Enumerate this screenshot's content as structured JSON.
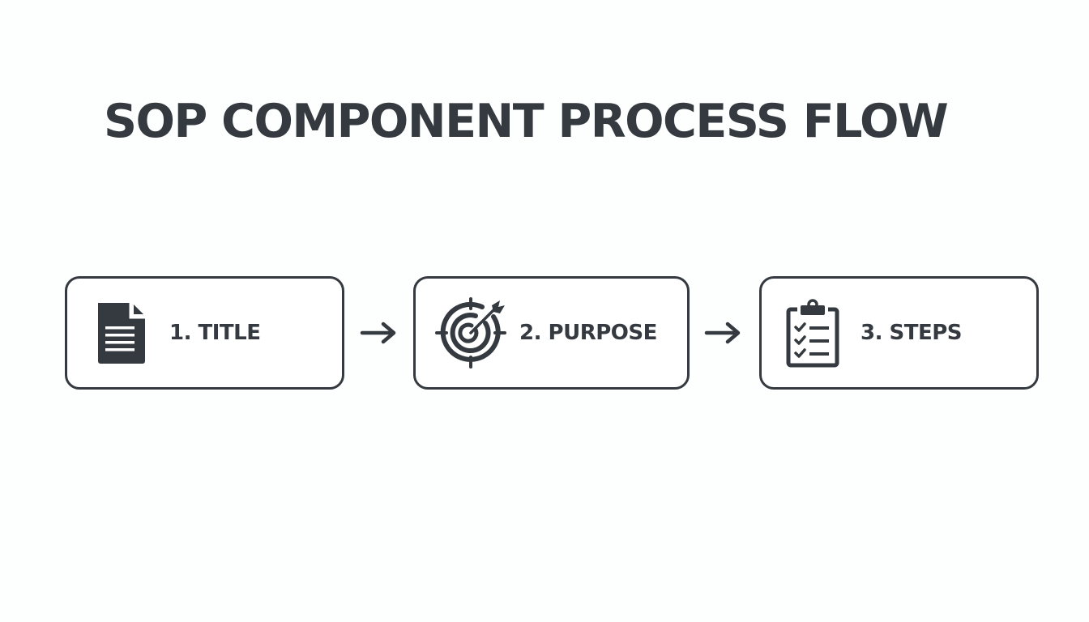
{
  "title": "SOP COMPONENT PROCESS FLOW",
  "colors": {
    "background": "#fdfefe",
    "primary": "#343a40",
    "box_fill": "#ffffff"
  },
  "flow": {
    "steps": [
      {
        "number": 1,
        "label": "1. TITLE",
        "icon": "document-icon"
      },
      {
        "number": 2,
        "label": "2. PURPOSE",
        "icon": "target-arrow-icon"
      },
      {
        "number": 3,
        "label": "3. STEPS",
        "icon": "clipboard-checklist-icon"
      }
    ],
    "connectors": [
      {
        "from": 1,
        "to": 2,
        "icon": "arrow-right-icon"
      },
      {
        "from": 2,
        "to": 3,
        "icon": "arrow-right-icon"
      }
    ]
  }
}
